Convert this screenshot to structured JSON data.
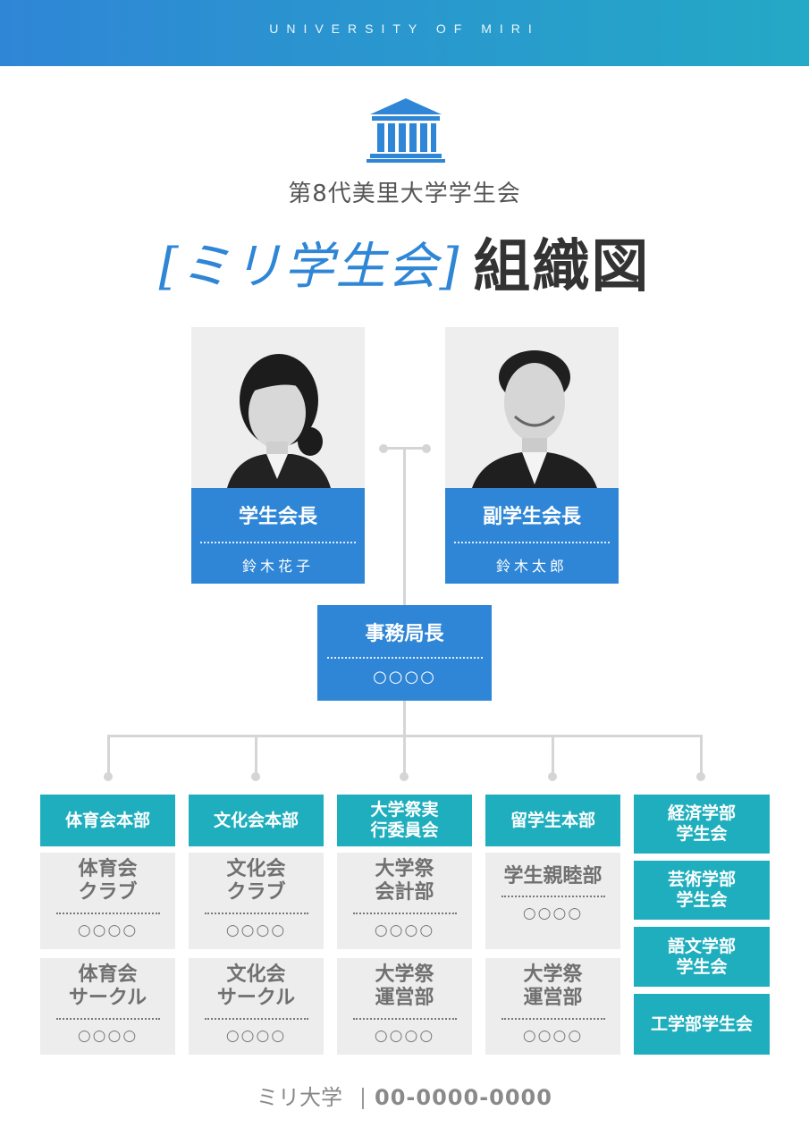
{
  "header": {
    "brand": "UNIVERSITY OF MIRI"
  },
  "subtitle": "第8代美里大学学生会",
  "title": {
    "script": "[ミリ学生会]",
    "main": "組織図"
  },
  "officers": [
    {
      "role": "学生会長",
      "name": "鈴木花子"
    },
    {
      "role": "副学生会長",
      "name": "鈴木太郎"
    }
  ],
  "secretary": {
    "role": "事務局長",
    "name": "○○○○"
  },
  "departments": [
    {
      "head": "体育会本部",
      "subs": [
        {
          "title": "体育会\nクラブ",
          "name": "○○○○"
        },
        {
          "title": "体育会\nサークル",
          "name": "○○○○"
        }
      ]
    },
    {
      "head": "文化会本部",
      "subs": [
        {
          "title": "文化会\nクラブ",
          "name": "○○○○"
        },
        {
          "title": "文化会\nサークル",
          "name": "○○○○"
        }
      ]
    },
    {
      "head": "大学祭実\n行委員会",
      "subs": [
        {
          "title": "大学祭\n会計部",
          "name": "○○○○"
        },
        {
          "title": "大学祭\n運営部",
          "name": "○○○○"
        }
      ]
    },
    {
      "head": "留学生本部",
      "subs": [
        {
          "title": "学生親睦部",
          "name": "○○○○"
        },
        {
          "title": "大学祭\n運営部",
          "name": "○○○○"
        }
      ]
    }
  ],
  "faculty_councils": [
    "経済学部\n学生会",
    "芸術学部\n学生会",
    "語文学部\n学生会",
    "工学部学生会"
  ],
  "footer": {
    "org": "ミリ大学",
    "phone": "00-0000-0000"
  },
  "colors": {
    "blue": "#2f86d6",
    "teal": "#1faebd",
    "gray_box": "#ededed",
    "line": "#d5d5d5"
  },
  "icons": {
    "logo": "university-building-icon"
  }
}
